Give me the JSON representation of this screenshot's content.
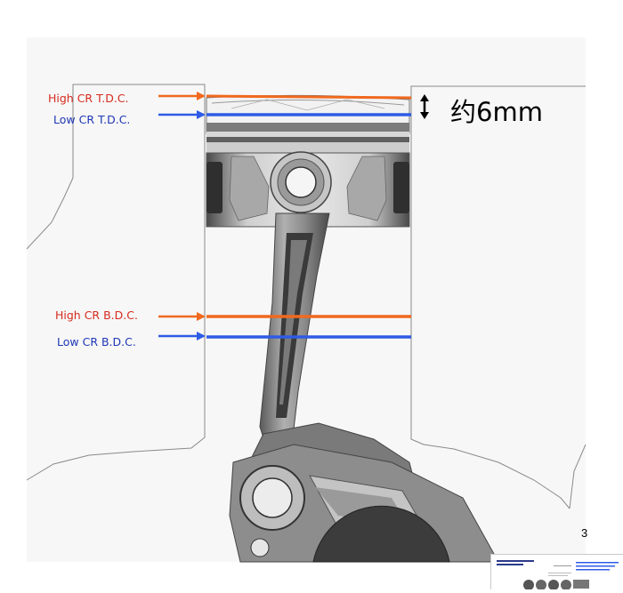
{
  "labels": {
    "high_tdc": "High CR T.D.C.",
    "low_tdc": "Low CR T.D.C.",
    "high_bdc": "High CR B.D.C.",
    "low_bdc": "Low CR B.D.C.",
    "gap": "约6mm"
  },
  "page_mark": "3",
  "colors": {
    "high": "#f0691f",
    "low": "#2e5be6",
    "high_text": "#d62b1f",
    "low_text": "#1f37b5",
    "part_fill": "#8d8d8d",
    "part_dark": "#3b3b3b",
    "part_light": "#d9d9d9"
  }
}
